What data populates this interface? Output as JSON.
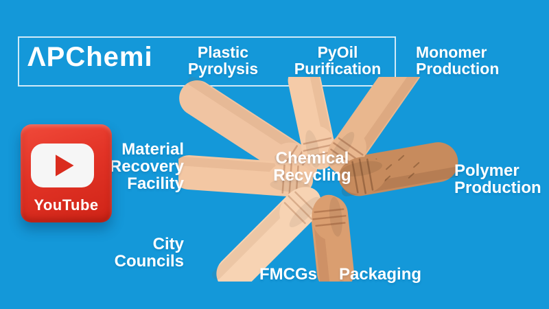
{
  "brand": {
    "name": "ΛPChemi"
  },
  "frame_labels": {
    "plastic_pyrolysis": "Plastic\nPyrolysis",
    "pyoil_purification": "PyOil\nPurification"
  },
  "labels": {
    "monomer_production": "Monomer\nProduction",
    "material_recovery_facility": "Material\nRecovery\nFacility",
    "chemical_recycling": "Chemical\nRecycling",
    "polymer_production": "Polymer\nProduction",
    "city_councils": "City\nCouncils",
    "fmcgs": "FMCGs",
    "packaging": "Packaging"
  },
  "youtube": {
    "label": "YouTube"
  },
  "icons": {
    "youtube_play": "youtube-play-icon",
    "hands_unity": "hands-unity-illustration"
  },
  "colors": {
    "background": "#1498d9",
    "text": "#ffffff",
    "frame_border": "rgba(255,255,255,0.8)",
    "youtube_red": "#e23326",
    "youtube_play_triangle": "#da2c1e",
    "skin_tones": [
      "#f7d3b3",
      "#f3c7a3",
      "#f0c4a2",
      "#e9b78e",
      "#da9e70",
      "#c78b5d",
      "#f5cba8"
    ]
  }
}
